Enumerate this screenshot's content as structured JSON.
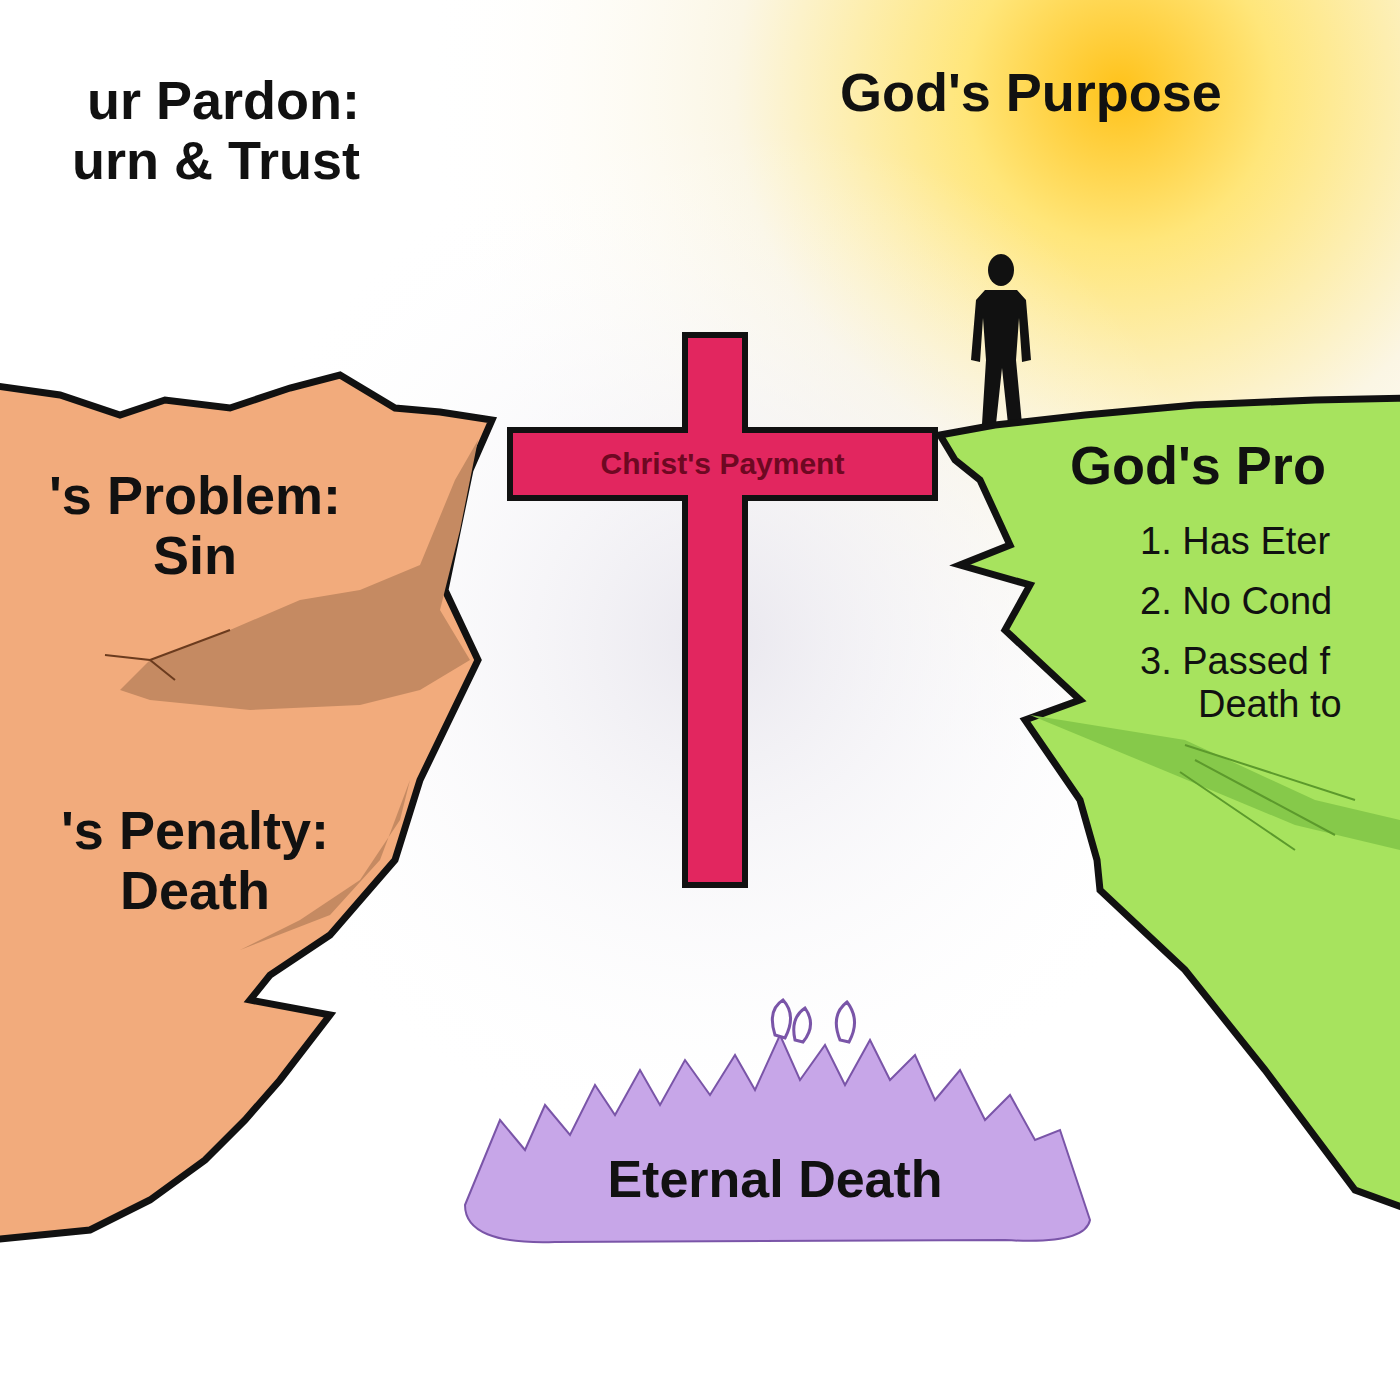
{
  "diagram": {
    "nodes": [
      {
        "text": [
          "'s Problem: Sin",
          "'s Penalty: Death"
        ]
      },
      {
        "text": [
          "Christ's Payment"
        ]
      },
      {
        "text": [
          "God's Pro",
          "1. Has Eter",
          "2. No Cond",
          "3. Passed f Death to"
        ]
      },
      {
        "text": [
          "Eternal Death"
        ]
      }
    ],
    "labels": [
      "ur Pardon: urn & Trust",
      "God's Purpose"
    ]
  }
}
